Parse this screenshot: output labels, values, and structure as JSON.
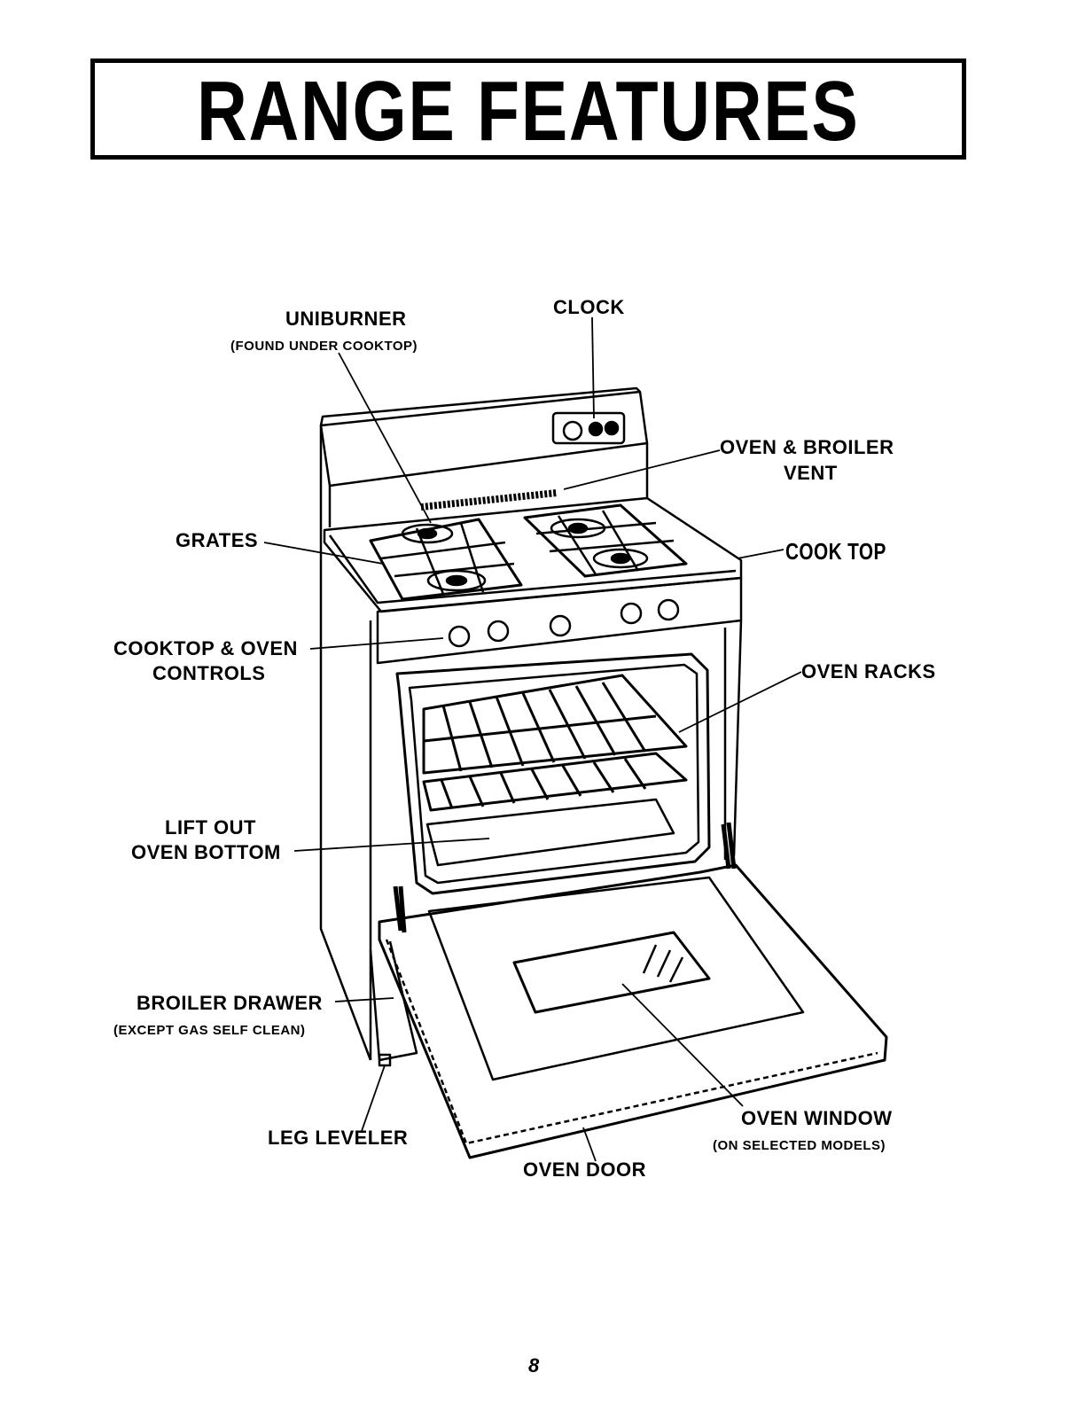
{
  "title": "RANGE FEATURES",
  "labels": {
    "uniburner": "UNIBURNER",
    "uniburner_note": "(FOUND UNDER COOKTOP)",
    "clock": "CLOCK",
    "oven_broiler_vent_1": "OVEN & BROILER",
    "oven_broiler_vent_2": "VENT",
    "grates": "GRATES",
    "cook_top": "COOK TOP",
    "controls_1": "COOKTOP & OVEN",
    "controls_2": "CONTROLS",
    "oven_racks": "OVEN RACKS",
    "lift_out_1": "LIFT OUT",
    "lift_out_2": "OVEN BOTTOM",
    "broiler_drawer": "BROILER DRAWER",
    "broiler_drawer_note": "(EXCEPT GAS SELF CLEAN)",
    "leg_leveler": "LEG LEVELER",
    "oven_window": "OVEN WINDOW",
    "oven_window_note": "(ON SELECTED MODELS)",
    "oven_door": "OVEN DOOR"
  },
  "page_number": "8"
}
